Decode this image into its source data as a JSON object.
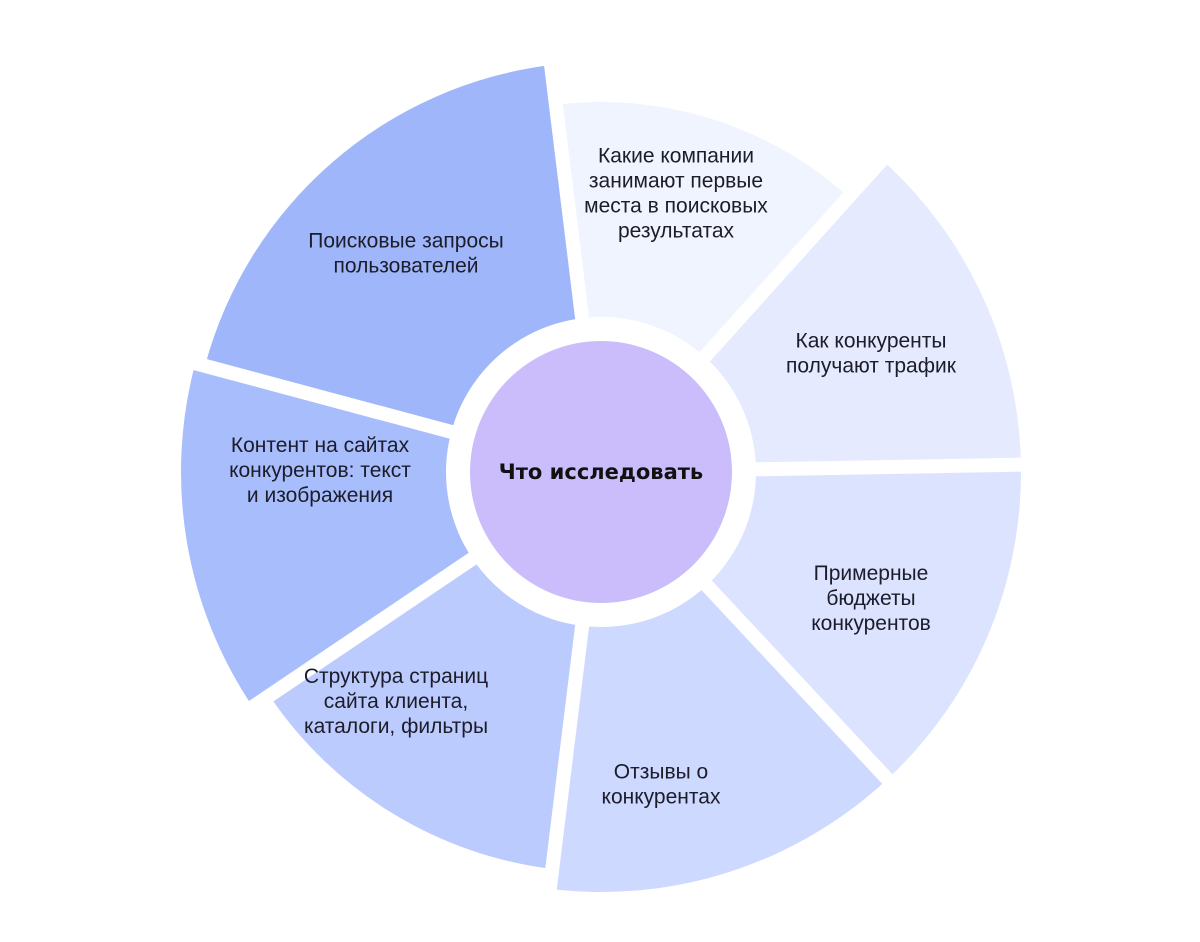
{
  "diagram": {
    "center": {
      "label": "Что исследовать",
      "color": "#cbbdfb"
    },
    "segments": [
      {
        "id": "top-companies",
        "lines": [
          "Какие компании",
          "занимают первые",
          "места в поисковых",
          "результатах"
        ],
        "color": "#f0f4ff"
      },
      {
        "id": "competitor-traffic",
        "lines": [
          "Как конкуренты",
          "получают трафик"
        ],
        "color": "#e5eaff"
      },
      {
        "id": "competitor-budgets",
        "lines": [
          "Примерные",
          "бюджеты",
          "конкурентов"
        ],
        "color": "#dbe3ff"
      },
      {
        "id": "competitor-reviews",
        "lines": [
          "Отзывы о",
          "конкурентах"
        ],
        "color": "#cdd9ff"
      },
      {
        "id": "client-site-structure",
        "lines": [
          "Структура страниц",
          "сайта клиента,",
          "каталоги, фильтры"
        ],
        "color": "#bccbfe"
      },
      {
        "id": "competitor-content",
        "lines": [
          "Контент на сайтах",
          "конкурентов: текст",
          "и изображения"
        ],
        "color": "#a8bdfc"
      },
      {
        "id": "user-search-queries",
        "lines": [
          "Поисковые запросы",
          "пользователей"
        ],
        "color": "#9fb6fa"
      }
    ]
  }
}
